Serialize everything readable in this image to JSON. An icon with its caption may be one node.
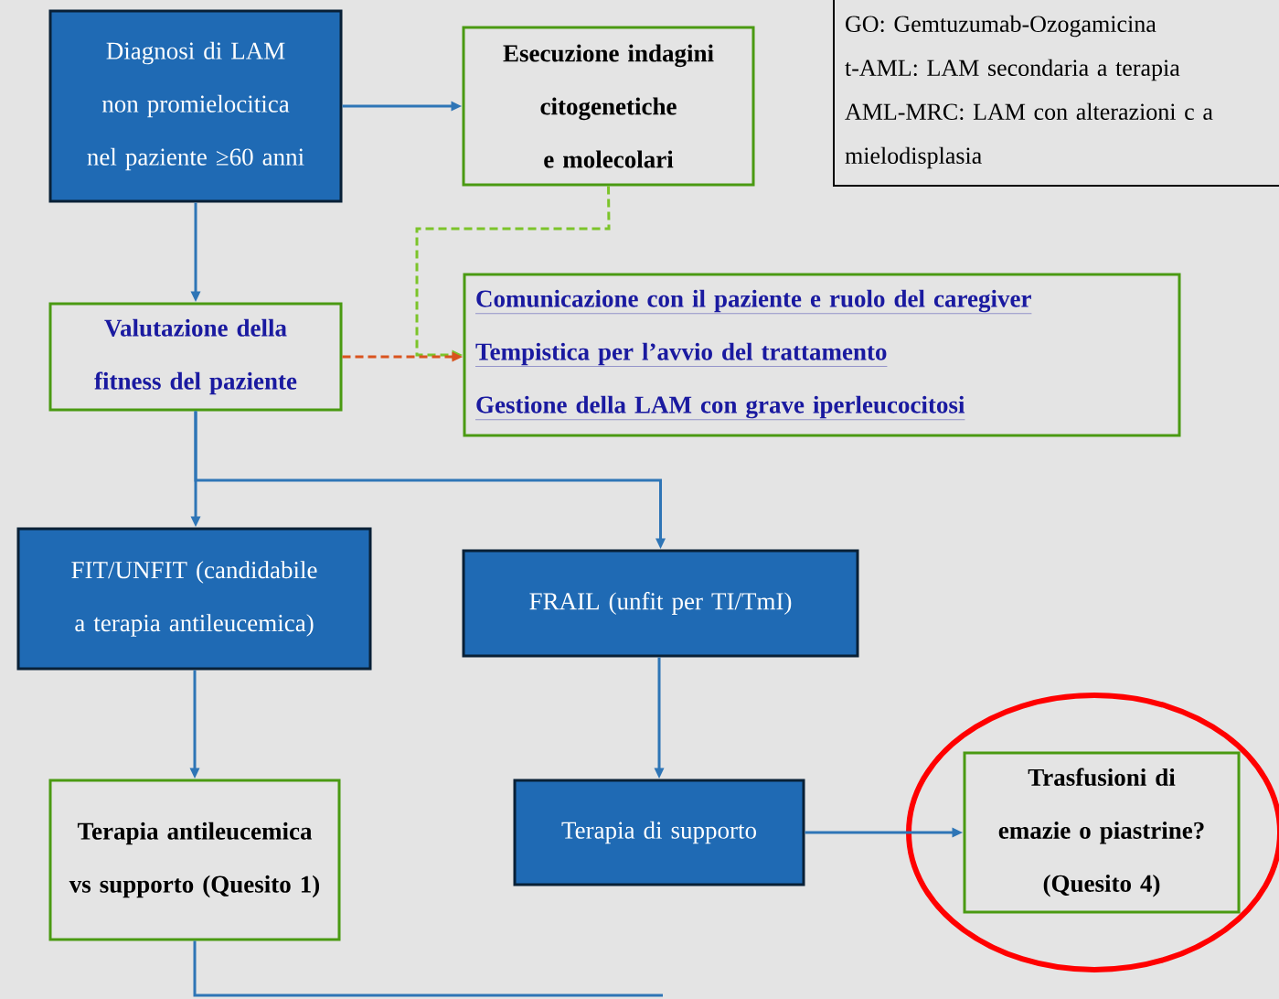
{
  "diagram": {
    "nodes": [
      {
        "text": [
          "Diagnosi di LAM non promielocitica nel paziente ≥60 anni"
        ]
      },
      {
        "text": [
          "Esecuzione indagini citogenetiche e molecolari"
        ]
      },
      {
        "text": [
          "GO: Gemtuzumab-Ozogamicina",
          "t-AML: LAM secondaria a terapia",
          "AML-MRC: LAM con alterazioni c a mielodisplasia"
        ]
      },
      {
        "text": [
          "Valutazione della fitness del paziente"
        ]
      },
      {
        "text": [
          "Comunicazione con il paziente e ruolo del caregiver",
          "Tempistica per l’avvio del trattamento",
          "Gestione della LAM con grave iperleucocitosi"
        ]
      },
      {
        "text": [
          "FIT/UNFIT (candidabile a terapia antileucemica)"
        ]
      },
      {
        "text": [
          "FRAIL (unfit per TI/TmI)"
        ]
      },
      {
        "text": [
          "Terapia antileucemica vs supporto (Quesito 1)"
        ]
      },
      {
        "text": [
          "Terapia di supporto"
        ]
      },
      {
        "text": [
          "Trasfusioni di emazie o piastrine? (Quesito 4)"
        ]
      }
    ],
    "edges": [
      {
        "from": 0,
        "to": 1,
        "arrow": "to"
      },
      {
        "from": 0,
        "to": 3,
        "arrow": "to"
      },
      {
        "from": 1,
        "to": 4,
        "arrow": "to",
        "style": "dashed",
        "color": "#7cc42a"
      },
      {
        "from": 3,
        "to": 4,
        "arrow": "to",
        "style": "dashed",
        "color": "#d9531e"
      },
      {
        "from": 3,
        "to": 5,
        "arrow": "to"
      },
      {
        "from": 3,
        "to": 6,
        "arrow": "to"
      },
      {
        "from": 5,
        "to": 7,
        "arrow": "to"
      },
      {
        "from": 6,
        "to": 8,
        "arrow": "to"
      },
      {
        "from": 8,
        "to": 9,
        "arrow": "to"
      },
      {
        "from": 7,
        "to": null,
        "arrow": "none"
      }
    ]
  }
}
